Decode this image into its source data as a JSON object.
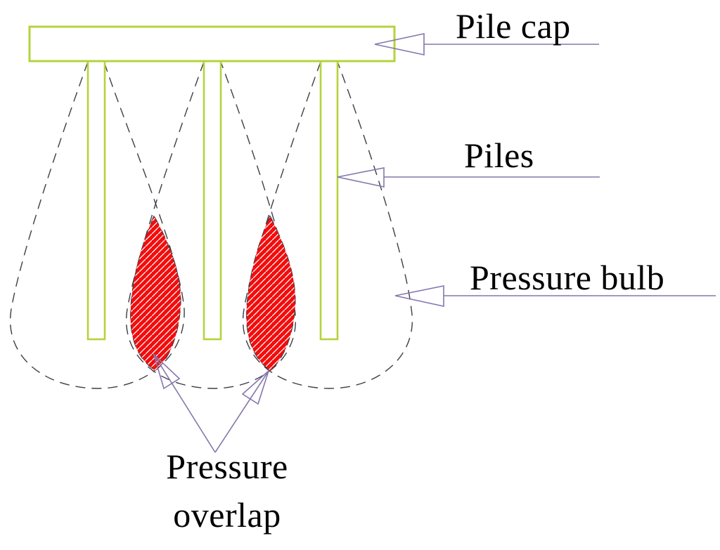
{
  "diagram": {
    "labels": {
      "pile_cap": "Pile cap",
      "piles": "Piles",
      "pressure_bulb": "Pressure bulb",
      "pressure_overlap": "Pressure overlap"
    },
    "colors": {
      "background": "#ffffff",
      "text": "#000000",
      "pile_outline": "#b5d33c",
      "leader": "#8677ad",
      "bulb_dash": "#3d3d46",
      "overlap_fill": "#f20d0d",
      "hatch": "#ffffff"
    }
  }
}
